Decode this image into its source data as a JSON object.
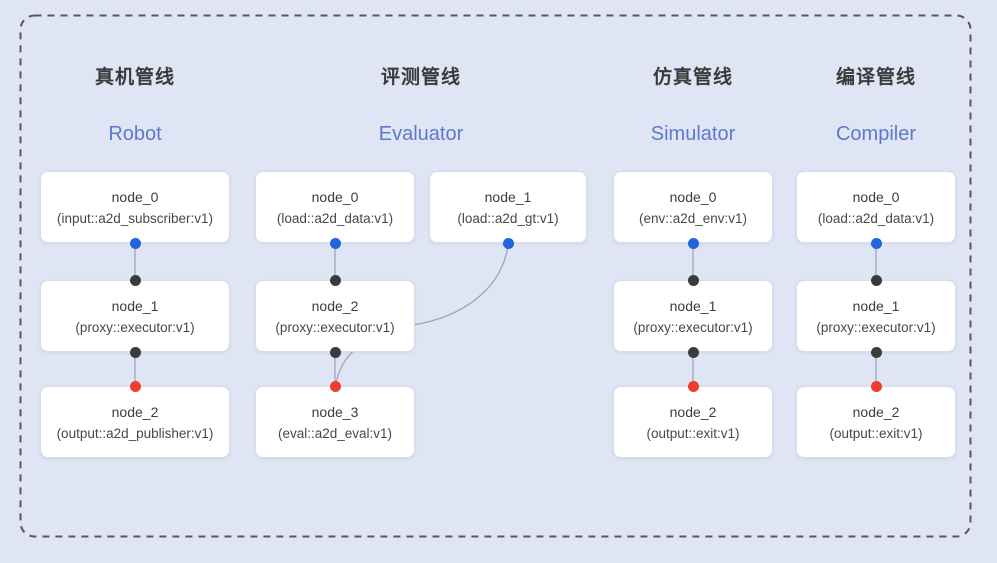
{
  "diagram": {
    "pipelines": [
      {
        "title_zh": "真机管线",
        "title_en": "Robot",
        "nodes": [
          {
            "name": "node_0",
            "type": "(input::a2d_subscriber:v1)"
          },
          {
            "name": "node_1",
            "type": "(proxy::executor:v1)"
          },
          {
            "name": "node_2",
            "type": "(output::a2d_publisher:v1)"
          }
        ]
      },
      {
        "title_zh": "评测管线",
        "title_en": "Evaluator",
        "nodes": [
          {
            "name": "node_0",
            "type": "(load::a2d_data:v1)"
          },
          {
            "name": "node_1",
            "type": "(load::a2d_gt:v1)"
          },
          {
            "name": "node_2",
            "type": "(proxy::executor:v1)"
          },
          {
            "name": "node_3",
            "type": "(eval::a2d_eval:v1)"
          }
        ]
      },
      {
        "title_zh": "仿真管线",
        "title_en": "Simulator",
        "nodes": [
          {
            "name": "node_0",
            "type": "(env::a2d_env:v1)"
          },
          {
            "name": "node_1",
            "type": "(proxy::executor:v1)"
          },
          {
            "name": "node_2",
            "type": "(output::exit:v1)"
          }
        ]
      },
      {
        "title_zh": "编译管线",
        "title_en": "Compiler",
        "nodes": [
          {
            "name": "node_0",
            "type": "(load::a2d_data:v1)"
          },
          {
            "name": "node_1",
            "type": "(proxy::executor:v1)"
          },
          {
            "name": "node_2",
            "type": "(output::exit:v1)"
          }
        ]
      }
    ],
    "colors": {
      "background": "#dfe5f5",
      "dashed_border": "#55595e",
      "node_background": "#ffffff",
      "node_border": "#d8dce5",
      "title_zh": "#3a3a3a",
      "title_en": "#5d7aca",
      "edge": "#99a1b0",
      "port_blue": "#2264df",
      "port_dark": "#3b3b3b",
      "port_red": "#f03c2e"
    }
  }
}
